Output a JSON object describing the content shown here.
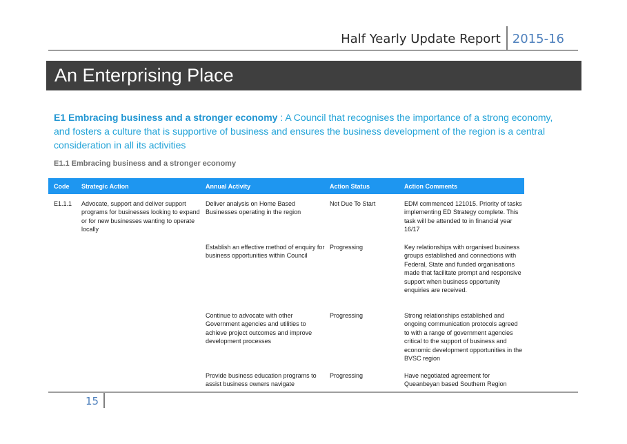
{
  "header": {
    "title": "Half Yearly Update Report",
    "year": "2015-16"
  },
  "banner": {
    "title": "An Enterprising Place"
  },
  "intro": {
    "heading": "E1 Embracing business and a stronger economy",
    "separator": " : ",
    "text": "A Council that recognises the importance of a strong economy, and fosters a culture that is supportive of business and ensures the business development of the region is a central consideration in all its activities"
  },
  "subheading": "E1.1 Embracing business and a stronger economy",
  "table": {
    "headers": {
      "code": "Code",
      "strategic": "Strategic Action",
      "annual": "Annual Activity",
      "status": "Action Status",
      "comments": "Action Comments"
    },
    "rows": [
      {
        "code": "E1.1.1",
        "strategic": "Advocate, support and deliver support programs for businesses looking to expand or for new businesses wanting to operate locally",
        "annual": "Deliver analysis on Home Based Businesses operating in the region",
        "status": "Not Due To Start",
        "comments": "EDM commenced 121015. Priority of tasks implementing ED Strategy complete.  This task will be attended to in financial year 16/17"
      },
      {
        "code": "",
        "strategic": "",
        "annual": "Establish an effective method of enquiry for business opportunities within Council",
        "status": "Progressing",
        "comments": "Key relationships with organised business groups established and connections with Federal, State and funded organisations made that facilitate prompt and responsive support when business opportunity enquiries are received."
      },
      {
        "code": "",
        "strategic": "",
        "annual": "Continue to advocate with other Government agencies and utilities to achieve project outcomes and improve development processes",
        "status": "Progressing",
        "comments": "Strong relationships established and ongoing communication protocols agreed to with a range of government agencies critical to the support of business and economic development opportunities in the BVSC region"
      },
      {
        "code": "",
        "strategic": "",
        "annual": "Provide business education programs to assist business owners navigate",
        "status": "Progressing",
        "comments": "Have negotiated agreement for Queanbeyan based Southern Region"
      }
    ]
  },
  "footer": {
    "page_number": "15"
  }
}
